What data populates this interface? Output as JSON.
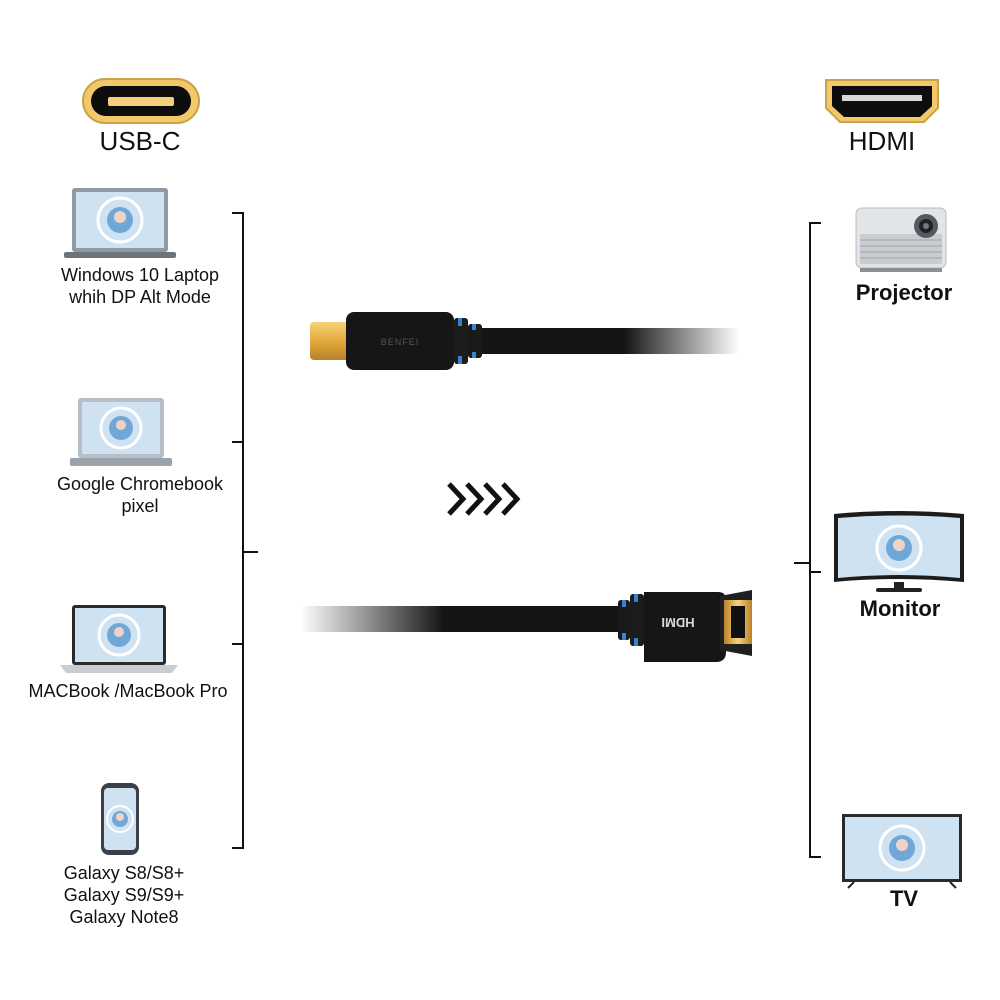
{
  "left": {
    "header": "USB-C",
    "port_icon": "usb-c-port-icon",
    "devices": [
      {
        "lines": [
          "Windows 10 Laptop",
          "whih DP Alt Mode"
        ],
        "icon": "laptop-icon"
      },
      {
        "lines": [
          "Google Chromebook",
          "pixel"
        ],
        "icon": "chromebook-icon"
      },
      {
        "lines": [
          "MACBook /MacBook Pro"
        ],
        "icon": "macbook-icon"
      },
      {
        "lines": [
          "Galaxy S8/S8+",
          "Galaxy S9/S9+",
          "Galaxy Note8"
        ],
        "icon": "phone-icon"
      }
    ]
  },
  "right": {
    "header": "HDMI",
    "port_icon": "hdmi-port-icon",
    "devices": [
      {
        "label": "Projector",
        "icon": "projector-icon"
      },
      {
        "label": "Monitor",
        "icon": "monitor-icon"
      },
      {
        "label": "TV",
        "icon": "tv-icon"
      }
    ]
  },
  "cables": {
    "usb_c_cable_icon": "usb-c-cable-icon",
    "hdmi_cable_icon": "hdmi-cable-icon",
    "hdmi_connector_text": "HDMI",
    "usb_c_brand_text": "BENFEI"
  },
  "arrow_icon": "direction-arrows-icon",
  "colors": {
    "gold": "#e8b84a",
    "cable": "#151515",
    "accent_blue": "#3a7fd0",
    "screen_blue": "#6fa8d8"
  }
}
